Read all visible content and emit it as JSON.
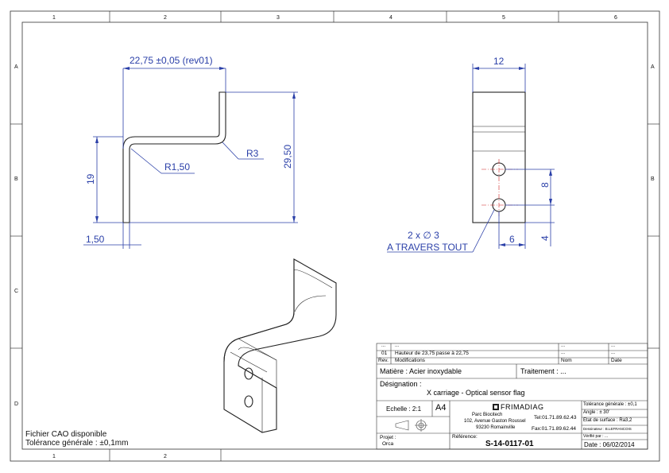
{
  "border": {
    "columns": [
      "1",
      "2",
      "3",
      "4",
      "5",
      "6"
    ],
    "rows": [
      "A",
      "B",
      "C",
      "D"
    ]
  },
  "dimensions": {
    "width_top": "22,75 ±0,05 (rev01)",
    "height_right": "29,50",
    "height_left": "19",
    "thickness": "1,50",
    "bend_inner": "R1,50",
    "bend_outer": "R3",
    "side_width": "12",
    "hole_spacing": "8",
    "hole_edge_bottom": "4",
    "hole_edge_side": "6",
    "holes_note_1": "2 x ∅ 3",
    "holes_note_2": "A TRAVERS TOUT"
  },
  "notes": {
    "cad_file": "Fichier CAO disponible",
    "tolerance": "Tolérance générale : ±0,1mm"
  },
  "title_block": {
    "rev_rows": [
      {
        "rev": "...",
        "modif": "...",
        "nom": "...",
        "date": "..."
      },
      {
        "rev": "01",
        "modif": "Hauteur de 23,75 passe à 22,75",
        "nom": "...",
        "date": "..."
      }
    ],
    "rev_header": {
      "rev": "Rev.",
      "modif": "Modifications",
      "nom": "Nom",
      "date": "Date"
    },
    "material": "Matière : Acier inoxydable",
    "treatment": "Traitement : ...",
    "designation_label": "Désignation :",
    "designation": "X carriage - Optical sensor flag",
    "scale": "Echelle : 2:1",
    "format": "A4",
    "company": "FRIMADIAG",
    "address_1": "Parc Biocitech",
    "address_2": "102, Avenue Gaston Roussel",
    "address_3": "93230 Romainville",
    "tel": "Tel:01.71.89.62.43",
    "fax": "Fax:01.71.89.62.44",
    "tol_general": "Tolérance générale : ±0,1",
    "angle": "Angle : ± 30'",
    "surface": "Etat de surface : Ra3,2",
    "designer": "Dessinateur : B.LEFRANCOIS",
    "checked": "Vérifié par : ...",
    "project_label": "Projet :",
    "project": "Orca",
    "reference_label": "Référence:",
    "reference": "S-14-0117-01",
    "date": "Date : 06/02/2014"
  }
}
